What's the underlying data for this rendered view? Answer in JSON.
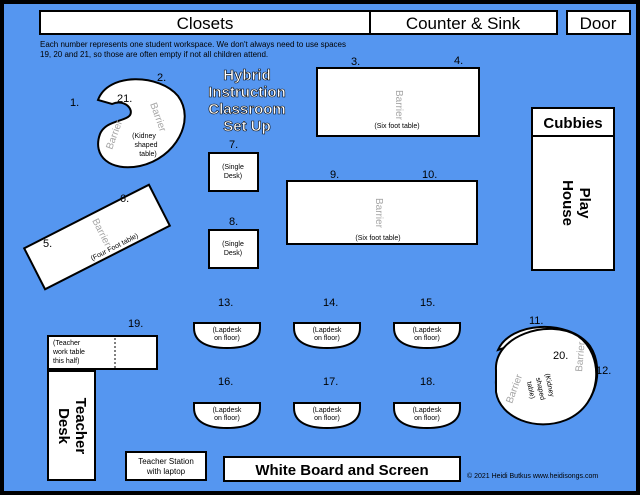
{
  "colors": {
    "background": "#5596f0",
    "border": "#000000",
    "fill": "#ffffff",
    "barrier_text": "#a6a6a6"
  },
  "top_bar": {
    "closets": "Closets",
    "counter": "Counter & Sink",
    "door": "Door"
  },
  "note": {
    "line1": "Each number represents one student workspace.  We don't always need to use spaces",
    "line2": "19, 20 and 21, so those are often empty if not all children attend."
  },
  "title": {
    "line1": "Hybrid",
    "line2": "Instruction",
    "line3": "Classroom",
    "line4": "Set Up"
  },
  "barrier": "Barrier",
  "kidney_label": {
    "line1": "(Kidney",
    "line2": "shaped",
    "line3": "table)"
  },
  "six_foot_table": "(Six foot table)",
  "four_foot_table": "(Four Foot table)",
  "single_desk": {
    "line1": "(Single",
    "line2": "Desk)"
  },
  "lapdesk": {
    "line1": "(Lapdesk",
    "line2": "on floor)"
  },
  "teacher_work_table": {
    "line1": "(Teacher",
    "line2": "work table",
    "line3": "this half)"
  },
  "teacher_desk": {
    "line1": "Teacher",
    "line2": "Desk"
  },
  "teacher_station": {
    "line1": "Teacher Station",
    "line2": "with laptop"
  },
  "whiteboard": "White Board and Screen",
  "cubbies": "Cubbies",
  "play_house": {
    "line1": "Play",
    "line2": "House"
  },
  "copyright": "© 2021 Heidi Butkus www.heidisongs.com",
  "numbers": {
    "n1": "1.",
    "n2": "2.",
    "n3": "3.",
    "n4": "4.",
    "n5": "5.",
    "n6": "6.",
    "n7": "7.",
    "n8": "8.",
    "n9": "9.",
    "n10": "10.",
    "n11": "11.",
    "n12": "12.",
    "n13": "13.",
    "n14": "14.",
    "n15": "15.",
    "n16": "16.",
    "n17": "17.",
    "n18": "18.",
    "n19": "19.",
    "n20": "20.",
    "n21": "21."
  }
}
